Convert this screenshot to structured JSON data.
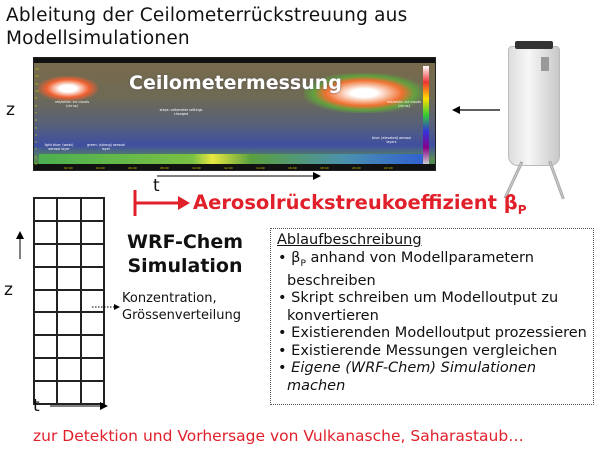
{
  "title": {
    "line1": "Ableitung der Ceilometerrückstreuung aus",
    "line2": "Modellsimulationen"
  },
  "ceilometer": {
    "overlay_title": "Ceilometermessung",
    "annotations": [
      "red/white: ice clouds (cirrus)",
      "light blue: (weak) aerosol layer",
      "green: (strong) aerosol layer",
      "steps: ceilometer settings changed",
      "red/white: ice clouds (cirrus)",
      "blue: (elevated) aerosol layers"
    ],
    "time_ticks": [
      "02:00",
      "04:00",
      "06:00",
      "08:00",
      "10:00",
      "12:00",
      "14:00",
      "16:00",
      "18:00",
      "20:00",
      "22:00"
    ],
    "height_ticks": [
      "0",
      "1",
      "2",
      "3",
      "4",
      "5",
      "6",
      "7",
      "8",
      "9",
      "10",
      "11",
      "12",
      "13"
    ],
    "colors": {
      "cloud": "#ffffff",
      "aerosol": "#4caf50"
    }
  },
  "axes": {
    "z": "z",
    "t": "t",
    "z2": "z",
    "t2": "t"
  },
  "aerosol_label": {
    "text": "Aerosolrückstreukoeffizient β",
    "sub": "P",
    "color": "#e0202a"
  },
  "wrf": {
    "line1": "WRF-Chem",
    "line2": "Simulation"
  },
  "konz": {
    "line1": "Konzentration,",
    "line2": "Grössenverteilung"
  },
  "ablauf": {
    "heading": "Ablaufbeschreibung",
    "items": [
      {
        "pre": "β",
        "sub": "P",
        "text": " anhand von Modellparametern beschreiben"
      },
      {
        "text": "Skript schreiben um Modelloutput zu konvertieren"
      },
      {
        "text": "Existierenden Modelloutput prozessieren"
      },
      {
        "text": "Existierende Messungen vergleichen"
      },
      {
        "text": "Eigene (WRF-Chem) Simulationen machen"
      }
    ]
  },
  "bottom": "zur Detektion und Vorhersage von Vulkanasche, Saharastaub…"
}
